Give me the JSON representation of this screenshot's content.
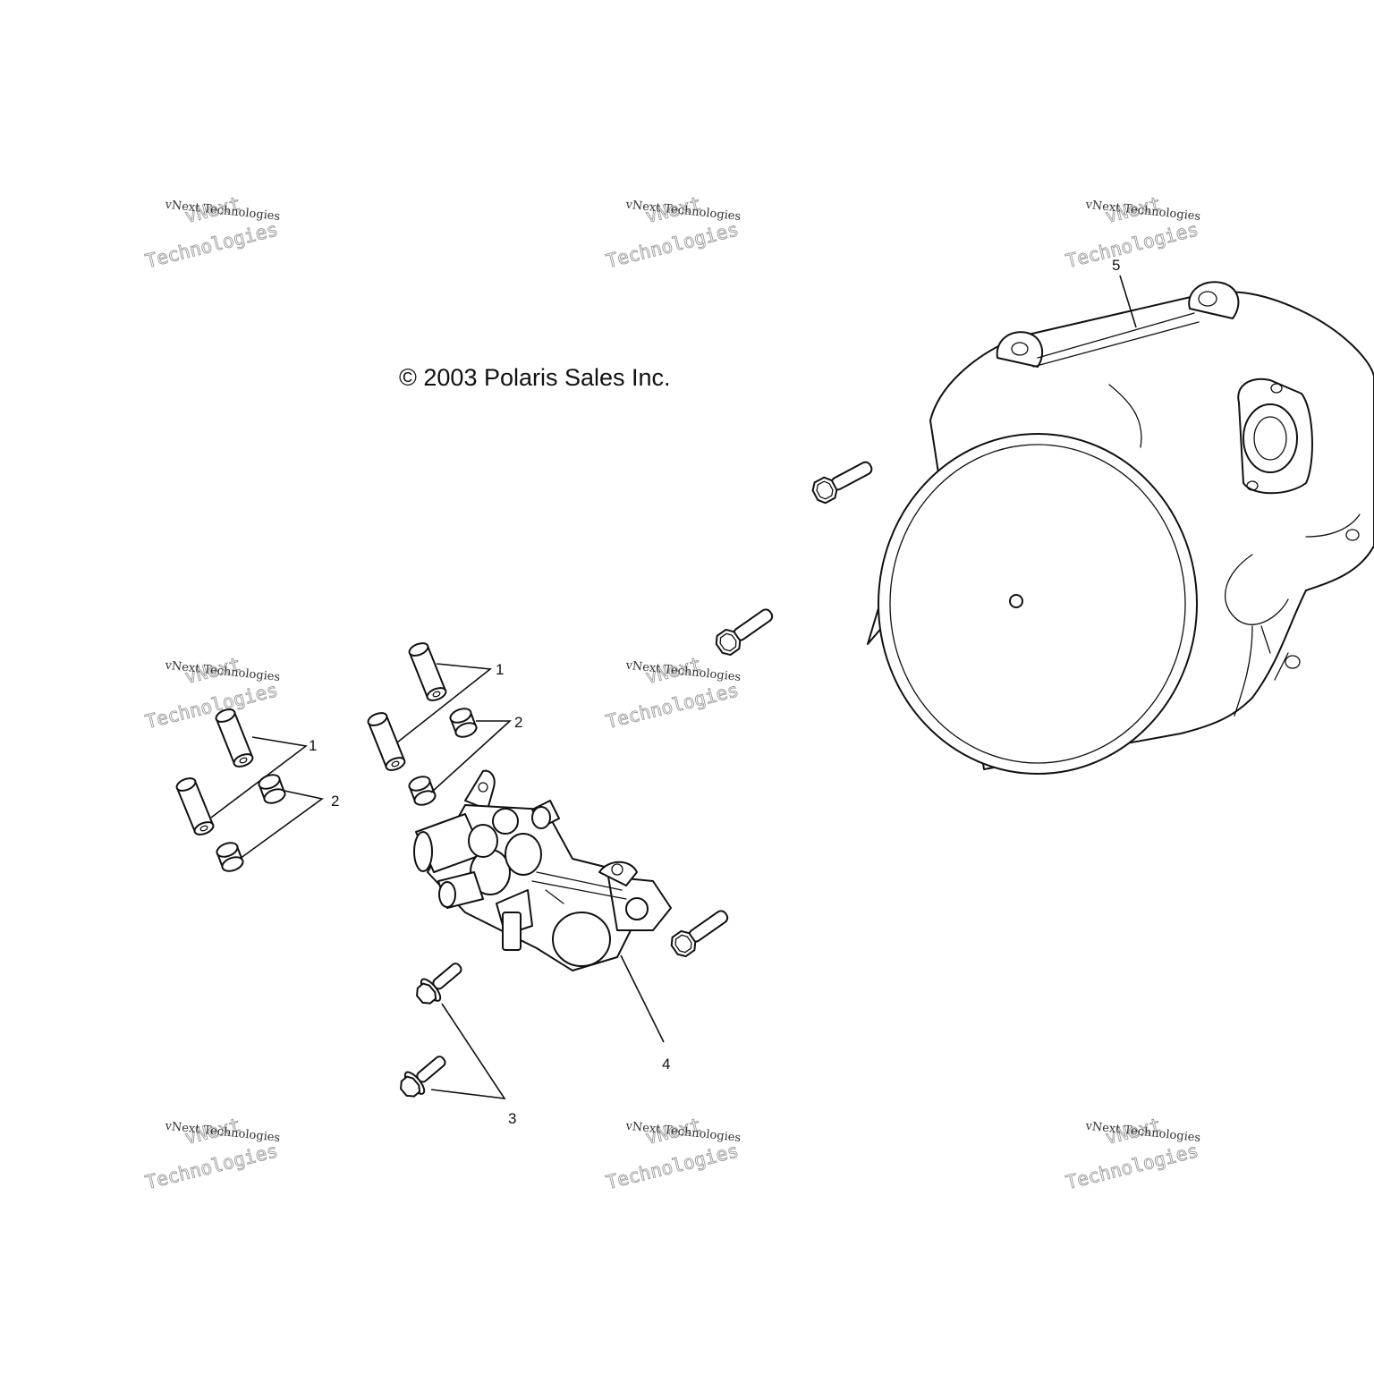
{
  "copyright": "© 2003 Polaris Sales Inc.",
  "watermark": {
    "line1": "vNext Technologies",
    "line2": "vNext",
    "line3": "Technologies"
  },
  "callouts": {
    "c1a": "1",
    "c1b": "1",
    "c2a": "2",
    "c2b": "2",
    "c3": "3",
    "c4": "4",
    "c5": "5"
  },
  "colors": {
    "line": "#111111",
    "watermark": "#9a9a9a",
    "background": "#ffffff"
  }
}
